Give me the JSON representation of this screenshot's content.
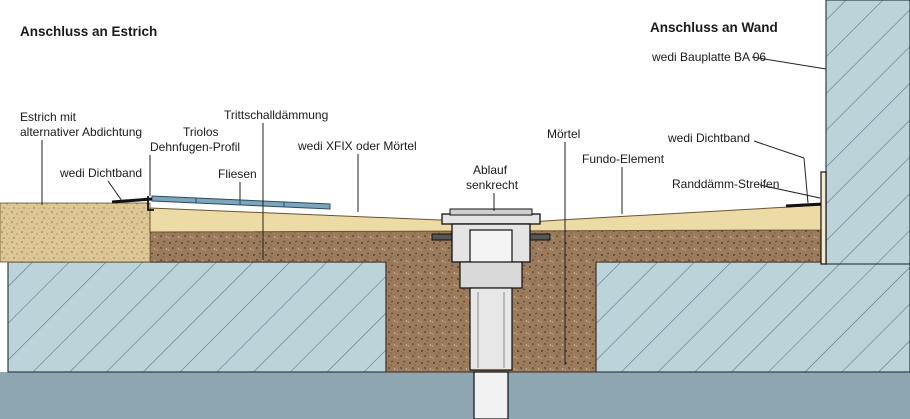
{
  "headings": {
    "left": "Anschluss an Estrich",
    "right": "Anschluss an Wand"
  },
  "labels": {
    "estrich": [
      "Estrich mit",
      "alternativer Abdichtung"
    ],
    "triolos": [
      "Triolos",
      "Dehnfugen-Profil"
    ],
    "trittschall": "Trittschalldämmung",
    "dichtband_left": "wedi Dichtband",
    "fliesen": "Fliesen",
    "xfix": "wedi XFIX oder Mörtel",
    "ablauf": [
      "Ablauf",
      "senkrecht"
    ],
    "moertel": "Mörtel",
    "fundo": "Fundo-Element",
    "bauplatte": "wedi Bauplatte BA 06",
    "dichtband_right": "wedi Dichtband",
    "randdaemm": "Randdämm-Streifen"
  },
  "colors": {
    "concrete": "#bcd3da",
    "hatch": "#5a7884",
    "mortar": "#9c7b5d",
    "estrich": "#ddc796",
    "fundo": "#ecdba4",
    "tile": "#7ea5be",
    "drain": "#e4e4e4",
    "floor_strip": "#8ea6b1"
  }
}
